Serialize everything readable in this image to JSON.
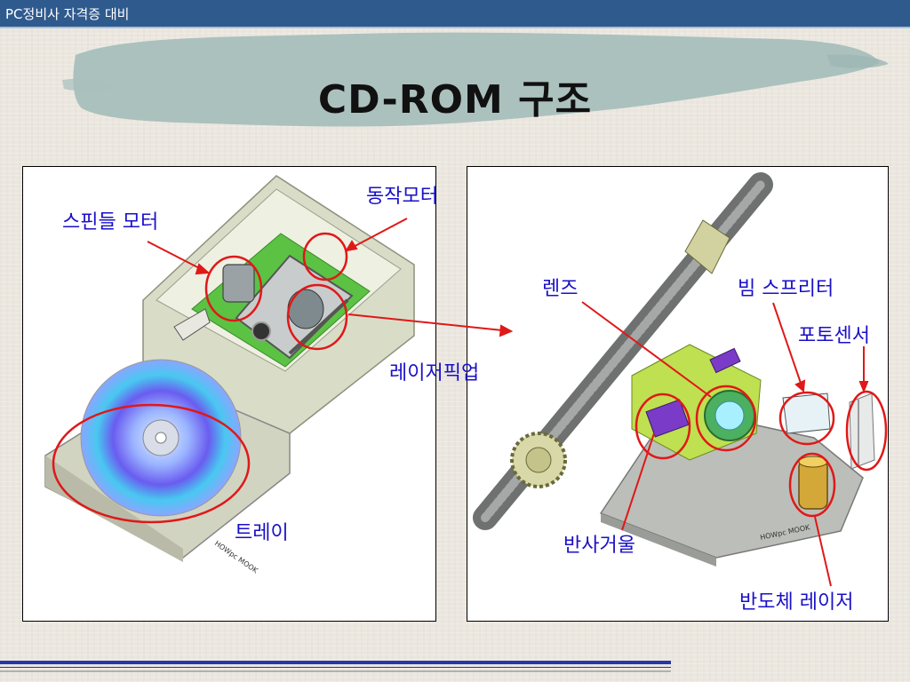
{
  "header": {
    "course_label": "PC정비사 자격증 대비"
  },
  "slide": {
    "title": "CD-ROM 구조"
  },
  "left_figure": {
    "labels": {
      "spindle_motor": "스핀들 모터",
      "drive_motor": "동작모터",
      "laser_pickup": "레이저픽업",
      "tray": "트레이"
    },
    "watermark": "HOWpc MOOK"
  },
  "right_figure": {
    "labels": {
      "lens": "렌즈",
      "beam_splitter": "빔 스프리터",
      "photo_sensor": "포토센서",
      "reflect_mirror": "반사거울",
      "semiconductor_laser": "반도체 레이저"
    },
    "watermark": "HOWpc MOOK"
  },
  "colors": {
    "header_bar": "#2f5a8e",
    "callout_text": "#1a10c8",
    "callout_line": "#e01818"
  }
}
